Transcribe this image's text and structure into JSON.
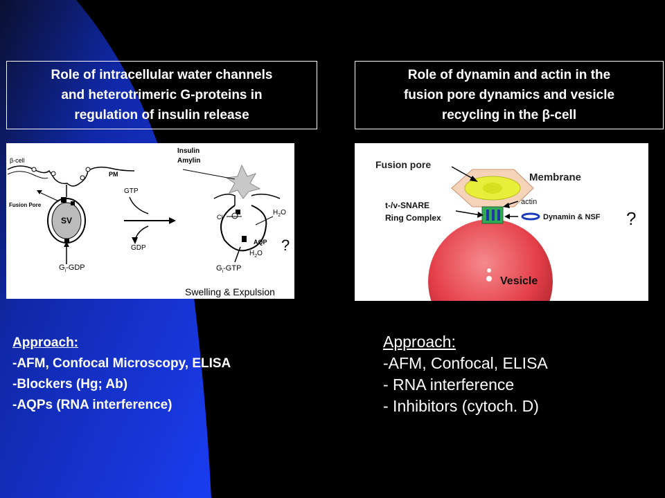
{
  "left": {
    "title_lines": [
      "Role of intracellular water channels",
      "and heterotrimeric G-proteins in",
      "regulation of insulin release"
    ],
    "figure": {
      "labels": {
        "beta_cell": "β-cell",
        "pm": "PM",
        "fusion_pore": "Fusion Pore",
        "sv": "SV",
        "gi_gdp_g": "G",
        "gi_gdp_sub": "i",
        "gi_gdp_rest": "-GDP",
        "gtp": "GTP",
        "gdp": "GDP",
        "insulin": "Insulin",
        "amylin": "Amylin",
        "cl": "Cl",
        "h2o_top_h": "H",
        "h2o_top_sub": "2",
        "h2o_top_o": "O",
        "aqp": "AQP",
        "h2o_bot_h": "H",
        "h2o_bot_sub": "2",
        "h2o_bot_o": "O",
        "gi_gtp_g": "G",
        "gi_gtp_sub": "i",
        "gi_gtp_rest": "-GTP",
        "question": "?",
        "caption": "Swelling & Expulsion"
      }
    },
    "approach": {
      "heading": "Approach:",
      "items": [
        "-AFM, Confocal Microscopy, ELISA",
        "-Blockers (Hg; Ab)",
        "-AQPs (RNA interference)"
      ]
    }
  },
  "right": {
    "title_lines": [
      "Role of dynamin and actin in the",
      "fusion pore dynamics and vesicle",
      "recycling in the β-cell"
    ],
    "figure": {
      "labels": {
        "fusion_pore": "Fusion pore",
        "membrane": "Membrane",
        "snare_line1": "t-/v-SNARE",
        "snare_line2": "Ring Complex",
        "actin": "actin",
        "dynamin_nsf": "Dynamin &  NSF",
        "question": "?",
        "vesicle": "Vesicle"
      }
    },
    "approach": {
      "heading": "Approach:",
      "items": [
        "-AFM, Confocal, ELISA",
        "- RNA interference",
        "- Inhibitors (cytoch. D)"
      ]
    }
  },
  "colors": {
    "background": "#000000",
    "blue_shape": "#1536d8",
    "text": "#ffffff",
    "vesicle_red": "#e5404a",
    "membrane_yellow": "#e8ee3a"
  }
}
